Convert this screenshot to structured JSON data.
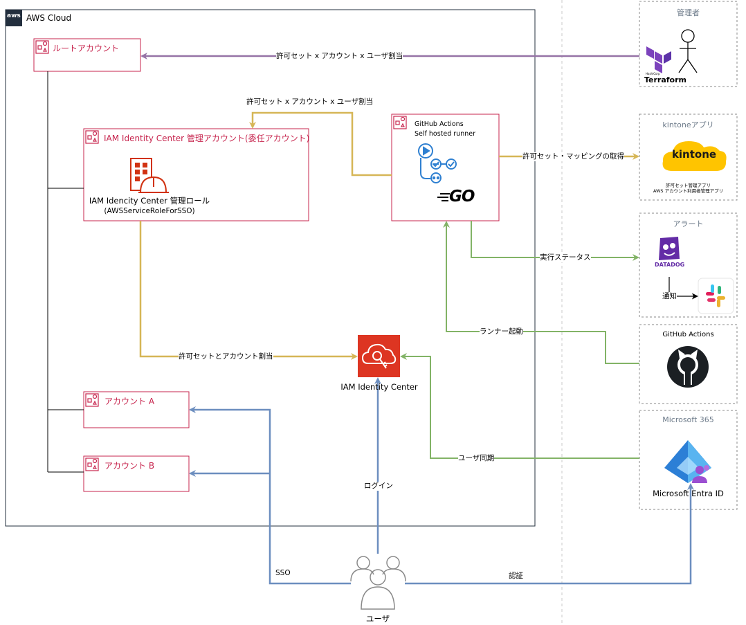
{
  "aws_cloud": {
    "logo_text": "aws",
    "label": "AWS Cloud"
  },
  "accounts": {
    "root": "ルートアカウント",
    "identity_admin": "IAM Identity Center 管理アカウント(委任アカウント)",
    "account_a": "アカウント A",
    "account_b": "アカウント B"
  },
  "iam_role": {
    "line1": "IAM Idencity Center 管理ロール",
    "line2": "(AWSServiceRoleForSSO)"
  },
  "github_runner": {
    "line1": "GitHub Actions",
    "line2": "Self hosted runner",
    "go_text": "GO"
  },
  "iam_identity_center": {
    "label": "IAM Identity Center"
  },
  "edges": {
    "admin_to_root": "許可セット x アカウント x ユーザ割当",
    "runner_to_admin": "許可セット x アカウント x ユーザ割当",
    "kintone_fetch": "許可セット・マッピングの取得",
    "role_to_iam": "許可セットとアカウント割当",
    "exec_status": "実行ステータス",
    "notify": "通知",
    "runner_start": "ランナー起動",
    "user_sync": "ユーザ同期",
    "login": "ログイン",
    "sso": "SSO",
    "auth": "認証"
  },
  "panels": {
    "admin": {
      "title": "管理者",
      "terraform_small": "HashiCorp",
      "terraform": "Terraform"
    },
    "kintone": {
      "title": "kintoneアプリ",
      "logo_text": "kintone",
      "sub1": "許可セット管理アプリ",
      "sub2": "AWS アカウント利用者管理アプリ"
    },
    "alert": {
      "title": "アラート",
      "datadog": "DATADOG"
    },
    "github": {
      "title": "GitHub Actions"
    },
    "microsoft": {
      "title": "Microsoft 365",
      "entra": "Microsoft Entra ID"
    }
  },
  "user": {
    "label": "ユーザ"
  },
  "colors": {
    "purple": "#9673a6",
    "gold": "#d6b656",
    "green": "#82b366",
    "blue": "#6c8ebf",
    "pink": "#c7254e"
  }
}
